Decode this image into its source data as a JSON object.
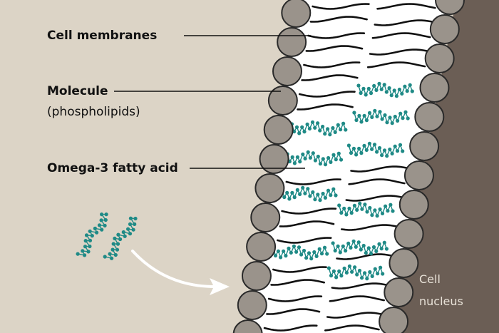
{
  "labels": {
    "cell_membranes": "Cell membranes",
    "molecule": "Molecule",
    "phospholipids": "(phospholipids)",
    "omega3": "Omega-3 fatty acid",
    "cell": "Cell",
    "nucleus": "nucleus"
  },
  "colors": {
    "background": "#dcd4c6",
    "nucleus": "#6b5e55",
    "membrane_interior": "#ffffff",
    "head_fill": "#9a938b",
    "head_stroke": "#2a2a2a",
    "tail": "#111111",
    "omega3": "#1f8a86",
    "arrow": "#ffffff"
  },
  "icons": {
    "phospholipid_head": "circle",
    "fatty_acid_tail": "wavy-line",
    "omega3_molecule": "zigzag-chain",
    "entry_arrow": "curved-arrow"
  }
}
